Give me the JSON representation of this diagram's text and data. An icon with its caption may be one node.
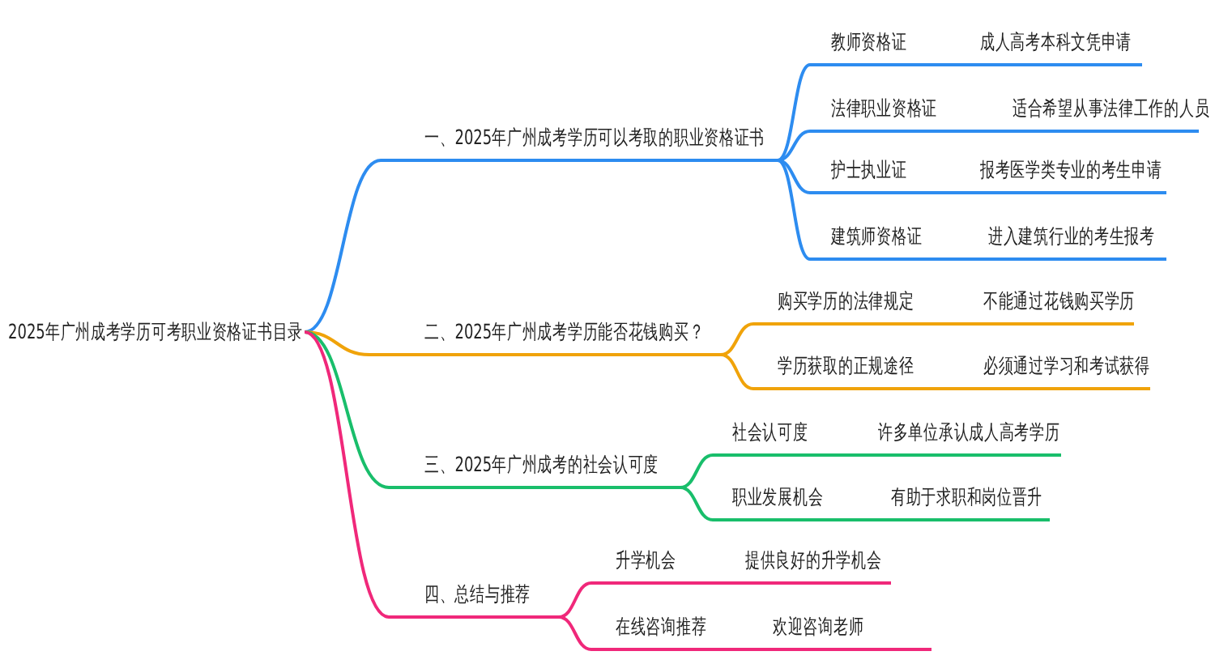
{
  "diagram": {
    "nodes": [
      {
        "text": [
          "2025年广州成考学历可考职业资格证书目录"
        ]
      },
      {
        "text": [
          "一、2025年广州成考学历可以考取的职业资格证书"
        ]
      },
      {
        "text": [
          "教师资格证",
          "成人高考本科文凭申请"
        ]
      },
      {
        "text": [
          "法律职业资格证",
          "适合希望从事法律工作的人员"
        ]
      },
      {
        "text": [
          "护士执业证",
          "报考医学类专业的考生申请"
        ]
      },
      {
        "text": [
          "建筑师资格证",
          "进入建筑行业的考生报考"
        ]
      },
      {
        "text": [
          "二、2025年广州成考学历能否花钱购买？"
        ]
      },
      {
        "text": [
          "购买学历的法律规定",
          "不能通过花钱购买学历"
        ]
      },
      {
        "text": [
          "学历获取的正规途径",
          "必须通过学习和考试获得"
        ]
      },
      {
        "text": [
          "三、2025年广州成考的社会认可度"
        ]
      },
      {
        "text": [
          "社会认可度",
          "许多单位承认成人高考学历"
        ]
      },
      {
        "text": [
          "职业发展机会",
          "有助于求职和岗位晋升"
        ]
      },
      {
        "text": [
          "四、总结与推荐"
        ]
      },
      {
        "text": [
          "升学机会",
          "提供良好的升学机会"
        ]
      },
      {
        "text": [
          "在线咨询推荐",
          "欢迎咨询老师"
        ]
      }
    ],
    "edges": [
      {
        "from": 0,
        "to": 1,
        "arrow": "none",
        "color": "#2d8cf0"
      },
      {
        "from": 1,
        "to": 2,
        "arrow": "none",
        "color": "#2d8cf0"
      },
      {
        "from": 1,
        "to": 3,
        "arrow": "none",
        "color": "#2d8cf0"
      },
      {
        "from": 1,
        "to": 4,
        "arrow": "none",
        "color": "#2d8cf0"
      },
      {
        "from": 1,
        "to": 5,
        "arrow": "none",
        "color": "#2d8cf0"
      },
      {
        "from": 0,
        "to": 6,
        "arrow": "none",
        "color": "#f0a30a"
      },
      {
        "from": 6,
        "to": 7,
        "arrow": "none",
        "color": "#f0a30a"
      },
      {
        "from": 6,
        "to": 8,
        "arrow": "none",
        "color": "#f0a30a"
      },
      {
        "from": 0,
        "to": 9,
        "arrow": "none",
        "color": "#19be6b"
      },
      {
        "from": 9,
        "to": 10,
        "arrow": "none",
        "color": "#19be6b"
      },
      {
        "from": 9,
        "to": 11,
        "arrow": "none",
        "color": "#19be6b"
      },
      {
        "from": 0,
        "to": 12,
        "arrow": "none",
        "color": "#f0287a"
      },
      {
        "from": 12,
        "to": 13,
        "arrow": "none",
        "color": "#f0287a"
      },
      {
        "from": 12,
        "to": 14,
        "arrow": "none",
        "color": "#f0287a"
      }
    ]
  }
}
